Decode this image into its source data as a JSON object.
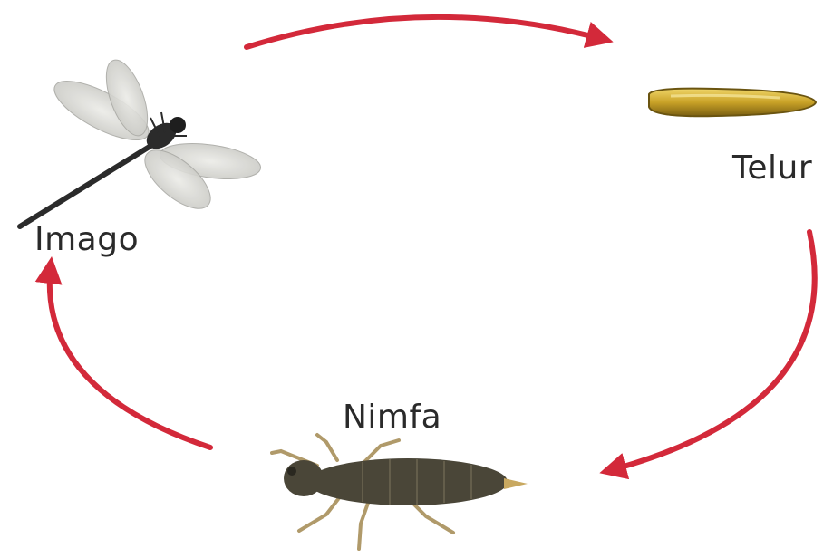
{
  "diagram": {
    "stages": {
      "imago": {
        "label": "Imago",
        "icon": "dragonfly-icon"
      },
      "telur": {
        "label": "Telur",
        "icon": "egg-icon"
      },
      "nimfa": {
        "label": "Nimfa",
        "icon": "nymph-icon"
      }
    },
    "colors": {
      "arrow": "#d3293a",
      "egg": "#c9a227",
      "dragonfly_body": "#2b2b2b",
      "wing": "#d8d8d4",
      "nymph_body": "#4a4638",
      "nymph_legs": "#b09a6a"
    }
  }
}
